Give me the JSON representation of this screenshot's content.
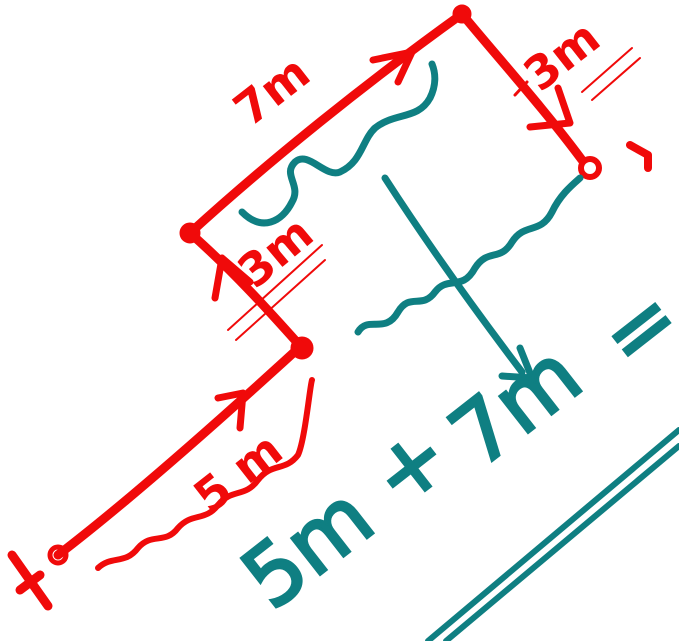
{
  "colors": {
    "path": "#f00a0a",
    "annotation": "#0f7f82",
    "background": "#ffffff"
  },
  "segments": {
    "first": "5 m",
    "second": "3m",
    "third": "7m",
    "fourth": "3m"
  },
  "equation": {
    "term1": "5m",
    "plus": "+",
    "term2": "7m",
    "equals": "="
  }
}
